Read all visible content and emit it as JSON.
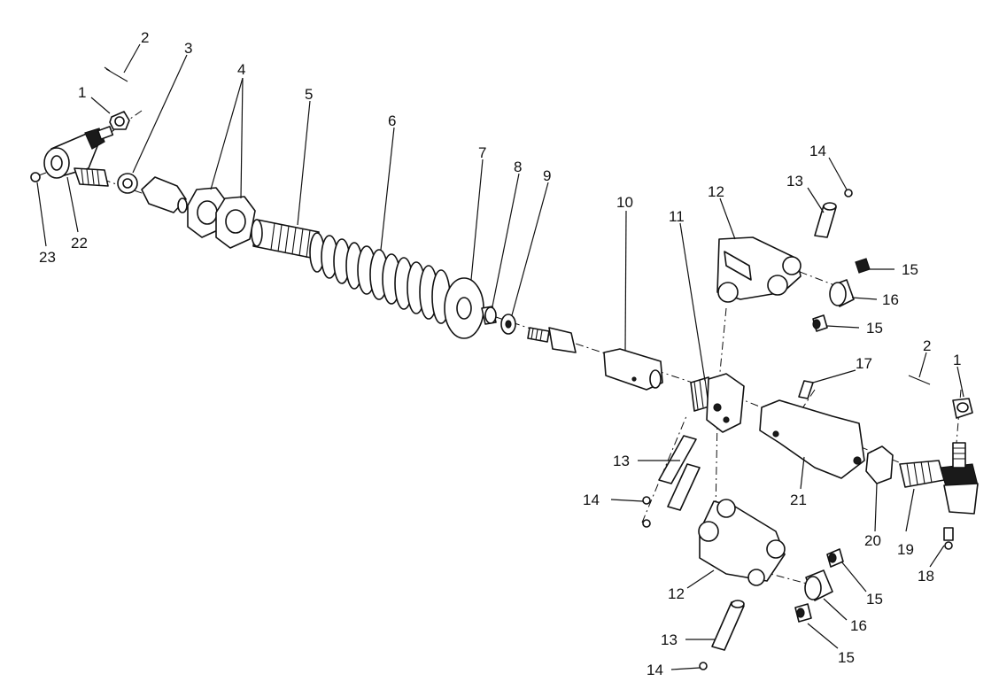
{
  "diagram": {
    "callouts": [
      {
        "id": "c1a",
        "text": "1"
      },
      {
        "id": "c2a",
        "text": "2"
      },
      {
        "id": "c3",
        "text": "3"
      },
      {
        "id": "c4",
        "text": "4"
      },
      {
        "id": "c5",
        "text": "5"
      },
      {
        "id": "c6",
        "text": "6"
      },
      {
        "id": "c7",
        "text": "7"
      },
      {
        "id": "c8",
        "text": "8"
      },
      {
        "id": "c9",
        "text": "9"
      },
      {
        "id": "c10",
        "text": "10"
      },
      {
        "id": "c11",
        "text": "11"
      },
      {
        "id": "c12a",
        "text": "12"
      },
      {
        "id": "c13a",
        "text": "13"
      },
      {
        "id": "c14a",
        "text": "14"
      },
      {
        "id": "c15a",
        "text": "15"
      },
      {
        "id": "c16a",
        "text": "16"
      },
      {
        "id": "c15b",
        "text": "15"
      },
      {
        "id": "c2b",
        "text": "2"
      },
      {
        "id": "c1b",
        "text": "1"
      },
      {
        "id": "c17",
        "text": "17"
      },
      {
        "id": "c13b",
        "text": "13"
      },
      {
        "id": "c14b",
        "text": "14"
      },
      {
        "id": "c21",
        "text": "21"
      },
      {
        "id": "c20",
        "text": "20"
      },
      {
        "id": "c19",
        "text": "19"
      },
      {
        "id": "c18",
        "text": "18"
      },
      {
        "id": "c12b",
        "text": "12"
      },
      {
        "id": "c15c",
        "text": "15"
      },
      {
        "id": "c16b",
        "text": "16"
      },
      {
        "id": "c15d",
        "text": "15"
      },
      {
        "id": "c13c",
        "text": "13"
      },
      {
        "id": "c14c",
        "text": "14"
      },
      {
        "id": "c22",
        "text": "22"
      },
      {
        "id": "c23",
        "text": "23"
      }
    ]
  }
}
